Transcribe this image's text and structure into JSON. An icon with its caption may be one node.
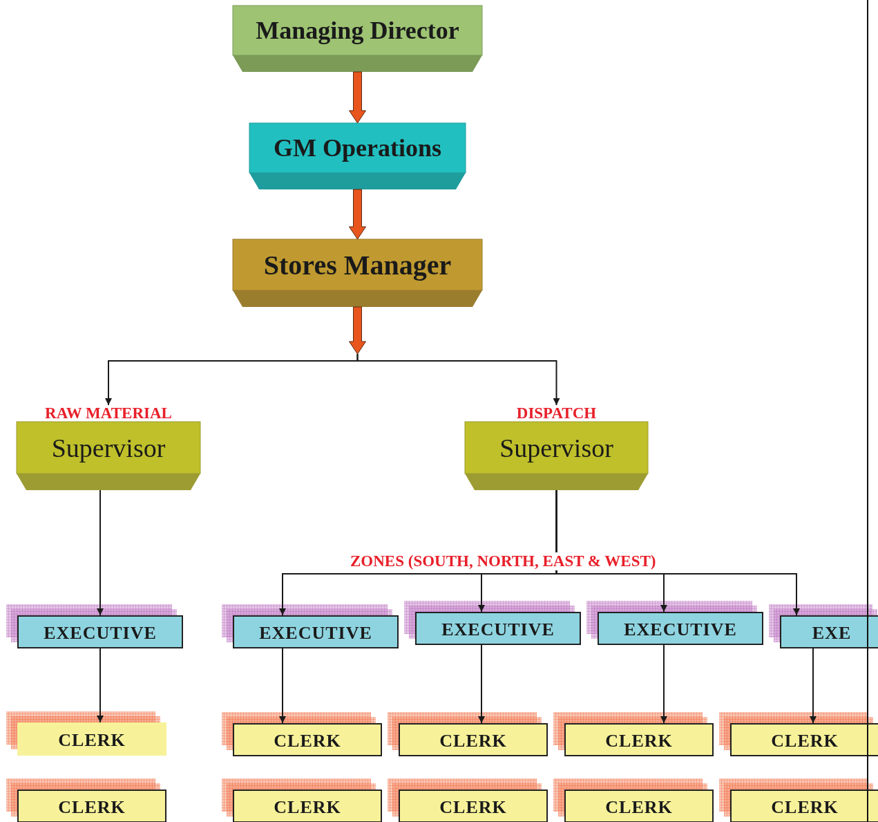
{
  "diagram": {
    "nodes": [
      {
        "text": [
          "Managing Director"
        ]
      },
      {
        "text": [
          "GM Operations"
        ]
      },
      {
        "text": [
          "Stores Manager"
        ]
      },
      {
        "text": [
          "RAW MATERIAL",
          "Supervisor"
        ]
      },
      {
        "text": [
          "DISPATCH",
          "Supervisor"
        ]
      },
      {
        "text": [
          "EXECUTIVE"
        ]
      },
      {
        "text": [
          "EXECUTIVE"
        ]
      },
      {
        "text": [
          "EXECUTIVE"
        ]
      },
      {
        "text": [
          "EXECUTIVE"
        ]
      },
      {
        "text": [
          "EXE"
        ]
      },
      {
        "text": [
          "CLERK"
        ]
      },
      {
        "text": [
          "CLERK"
        ]
      },
      {
        "text": [
          "CLERK"
        ]
      },
      {
        "text": [
          "CLERK"
        ]
      },
      {
        "text": [
          "CLERK"
        ]
      },
      {
        "text": [
          "CLERK"
        ]
      },
      {
        "text": [
          "CLERK"
        ]
      },
      {
        "text": [
          "CLERK"
        ]
      },
      {
        "text": [
          "CLERK"
        ]
      },
      {
        "text": [
          "CLERK"
        ]
      }
    ],
    "edges": [
      {
        "from": 0,
        "to": 1,
        "arrow": "to",
        "style": "thick",
        "color": "#e8561e"
      },
      {
        "from": 1,
        "to": 2,
        "arrow": "to",
        "style": "thick",
        "color": "#e8561e"
      },
      {
        "from": 2,
        "to": 3,
        "arrow": "to"
      },
      {
        "from": 2,
        "to": 4,
        "arrow": "to"
      },
      {
        "from": 3,
        "to": 5,
        "arrow": "to"
      },
      {
        "from": 4,
        "to": 6,
        "arrow": "to"
      },
      {
        "from": 4,
        "to": 7,
        "arrow": "to"
      },
      {
        "from": 4,
        "to": 8,
        "arrow": "to"
      },
      {
        "from": 4,
        "to": 9,
        "arrow": "to"
      },
      {
        "from": 5,
        "to": 10,
        "arrow": "to"
      },
      {
        "from": 6,
        "to": 11,
        "arrow": "to"
      },
      {
        "from": 7,
        "to": 12,
        "arrow": "to"
      },
      {
        "from": 8,
        "to": 13,
        "arrow": "to"
      },
      {
        "from": 9,
        "to": 14,
        "arrow": "to"
      }
    ],
    "labels": [
      "ZONES (SOUTH, NORTH, EAST & WEST)"
    ]
  }
}
